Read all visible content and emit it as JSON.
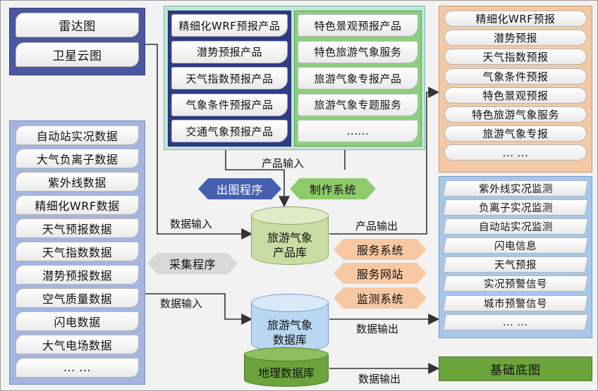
{
  "radar_panel": {
    "items": [
      "雷达图",
      "卫星云图"
    ]
  },
  "data_panel": {
    "items": [
      "自动站实况数据",
      "大气负离子数据",
      "紫外线数据",
      "精细化WRF数据",
      "天气预报数据",
      "天气指数数据",
      "潜势预报数据",
      "空气质量数据",
      "闪电数据",
      "大气电场数据",
      "... ..."
    ]
  },
  "product_panel": {
    "left_items": [
      "精细化WRF预报产品",
      "潜势预报产品",
      "天气指数预报产品",
      "气象条件预报产品",
      "交通气象预报产品"
    ],
    "right_items": [
      "特色景观预报产品",
      "特色旅游气象服务",
      "旅游气象专报产品",
      "旅游气象专题服务",
      "......"
    ]
  },
  "forecast_panel": {
    "items": [
      "精细化WRF预报",
      "潜势预报",
      "天气指数预报",
      "气象条件预报",
      "特色景观预报",
      "特色旅游气象服务",
      "旅游气象专报",
      "... ..."
    ]
  },
  "monitor_panel": {
    "items": [
      "紫外线实况监测",
      "负离子实况监测",
      "自动站实况监测",
      "闪电信息",
      "天气预报",
      "实况预警信号",
      "城市预警信号",
      "... ..."
    ]
  },
  "databases": {
    "product_db": [
      "旅游气象",
      "产品库"
    ],
    "data_db": [
      "旅游气象",
      "数据库"
    ],
    "geo_db": "地理数据库"
  },
  "tags": {
    "output_program": "出图程序",
    "making_system": "制作系统",
    "collect_program": "采集程序",
    "service_system": "服务系统",
    "service_site": "服务网站",
    "monitor_system": "监测系统"
  },
  "basemap": "基础底图",
  "flow_labels": {
    "product_input": "产品输入",
    "data_input_1": "数据输入",
    "product_output": "产品输出",
    "data_input_2": "数据输入",
    "data_output_1": "数据输出",
    "data_output_2": "数据输出"
  },
  "colors": {
    "radar_panel": "#4a57a1",
    "data_panel": "#a4b5e2",
    "product_panel": "#bfe6d8",
    "forecast_panel": "#f3c9a3",
    "monitor_panel": "#a7c7ea",
    "basemap": "#6aa43a"
  }
}
